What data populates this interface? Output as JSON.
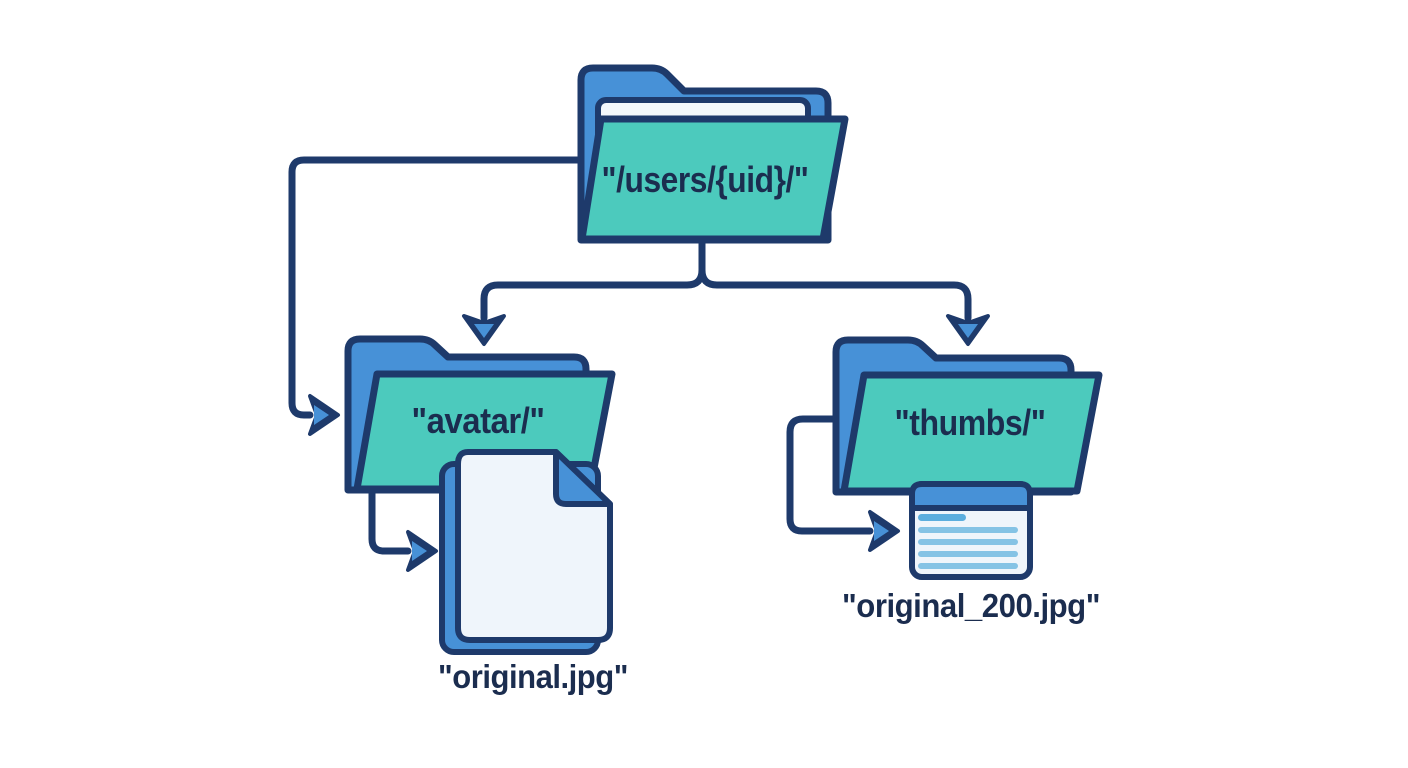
{
  "diagram": {
    "type": "folder-structure-flowchart",
    "nodes": {
      "root_folder": {
        "label": "\"/users/{uid}/\"",
        "kind": "folder"
      },
      "avatar_folder": {
        "label": "\"avatar/\"",
        "kind": "folder"
      },
      "thumbs_folder": {
        "label": "\"thumbs/\"",
        "kind": "folder"
      },
      "original_file": {
        "label": "\"original.jpg\"",
        "kind": "file"
      },
      "thumb_file": {
        "label": "\"original_200.jpg\"",
        "kind": "thumbnail-file"
      }
    },
    "edges": [
      {
        "from": "root_folder",
        "to": "avatar_folder",
        "route": "left-side-elbow"
      },
      {
        "from": "root_folder",
        "to": "avatar_folder",
        "route": "bottom-branch-left"
      },
      {
        "from": "root_folder",
        "to": "thumbs_folder",
        "route": "bottom-branch-right"
      },
      {
        "from": "avatar_folder",
        "to": "original_file",
        "route": "down-right-elbow"
      },
      {
        "from": "thumbs_folder",
        "to": "thumb_file",
        "route": "down-right-elbow"
      }
    ]
  },
  "colors": {
    "outline_navy": "#1e3a6b",
    "text_navy": "#1b2d4f",
    "blue": "#4791d7",
    "teal": "#4ccabd",
    "paper_white": "#f3f8fc",
    "file_body": "#eff5fb",
    "card_line_short": "#5caede",
    "card_line": "#85c3e5",
    "background": "#ffffff"
  }
}
